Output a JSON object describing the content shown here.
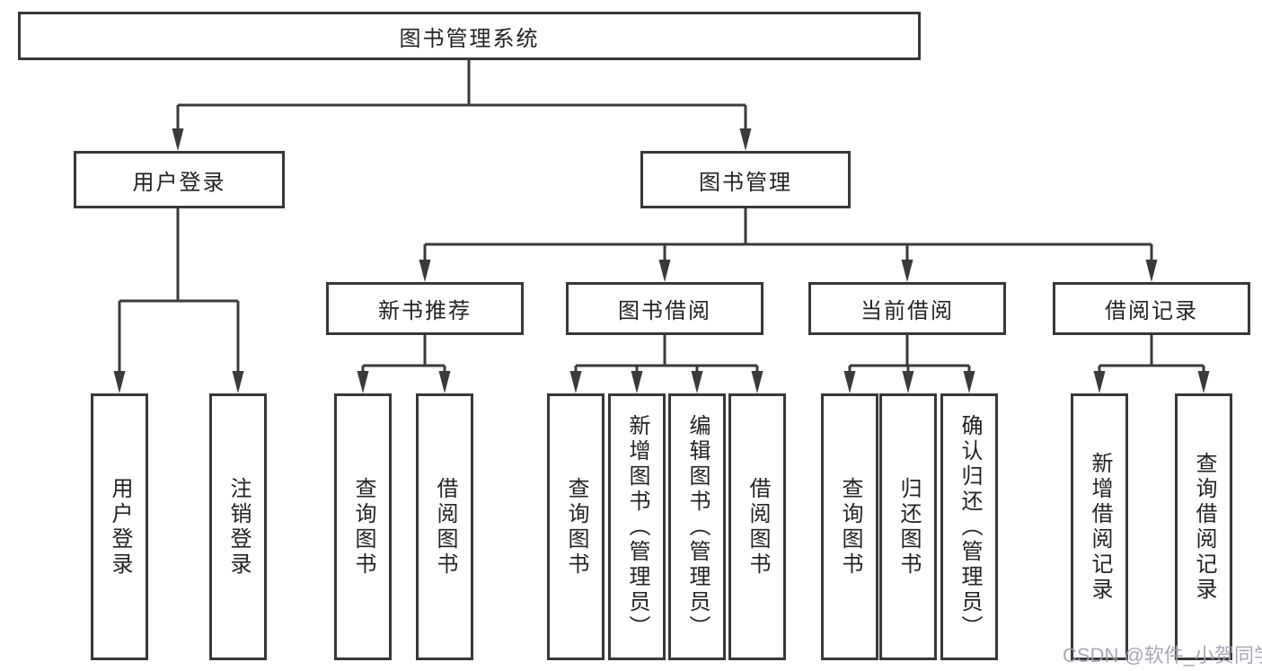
{
  "diagram": {
    "title": "图书管理系统",
    "watermark": "CSDN @软件_小贺同学",
    "colors": {
      "line": "#3a3a3a",
      "box_border": "#383838",
      "text": "#232323",
      "background": "#ffffff",
      "watermark": "#9ea0ac"
    },
    "tree": {
      "label": "图书管理系统",
      "children": [
        {
          "label": "用户登录",
          "children": [
            {
              "label": "用户登录"
            },
            {
              "label": "注销登录"
            }
          ]
        },
        {
          "label": "图书管理",
          "children": [
            {
              "label": "新书推荐",
              "children": [
                {
                  "label": "查询图书"
                },
                {
                  "label": "借阅图书"
                }
              ]
            },
            {
              "label": "图书借阅",
              "children": [
                {
                  "label": "查询图书"
                },
                {
                  "label": "新增图书（管理员）"
                },
                {
                  "label": "编辑图书（管理员）"
                },
                {
                  "label": "借阅图书"
                }
              ]
            },
            {
              "label": "当前借阅",
              "children": [
                {
                  "label": "查询图书"
                },
                {
                  "label": "归还图书"
                },
                {
                  "label": "确认归还（管理员）"
                }
              ]
            },
            {
              "label": "借阅记录",
              "children": [
                {
                  "label": "新增借阅记录"
                },
                {
                  "label": "查询借阅记录"
                }
              ]
            }
          ]
        }
      ]
    }
  }
}
